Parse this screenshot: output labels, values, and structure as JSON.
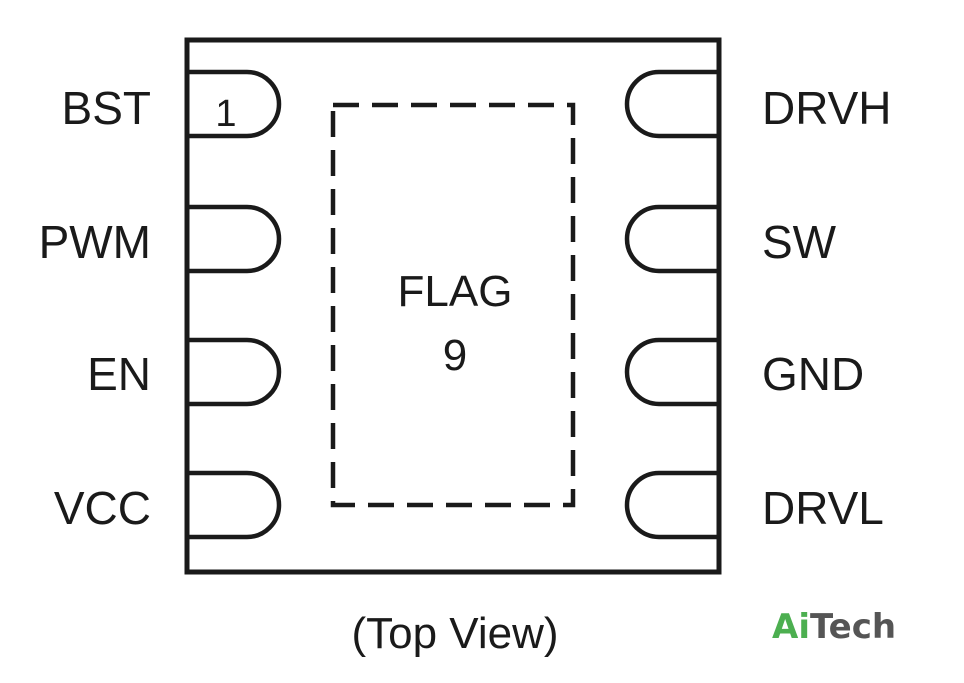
{
  "colors": {
    "ink": "#1a1a1a",
    "logo_green": "#4caf50",
    "logo_gray": "#555555"
  },
  "pin1_marker": "1",
  "left_pins": [
    {
      "label": "BST"
    },
    {
      "label": "PWM"
    },
    {
      "label": "EN"
    },
    {
      "label": "VCC"
    }
  ],
  "right_pins": [
    {
      "label": "DRVH"
    },
    {
      "label": "SW"
    },
    {
      "label": "GND"
    },
    {
      "label": "DRVL"
    }
  ],
  "flag": {
    "title": "FLAG",
    "number": "9"
  },
  "caption": "(Top View)",
  "watermark": {
    "part1": "Ai",
    "part2": "Tech"
  }
}
